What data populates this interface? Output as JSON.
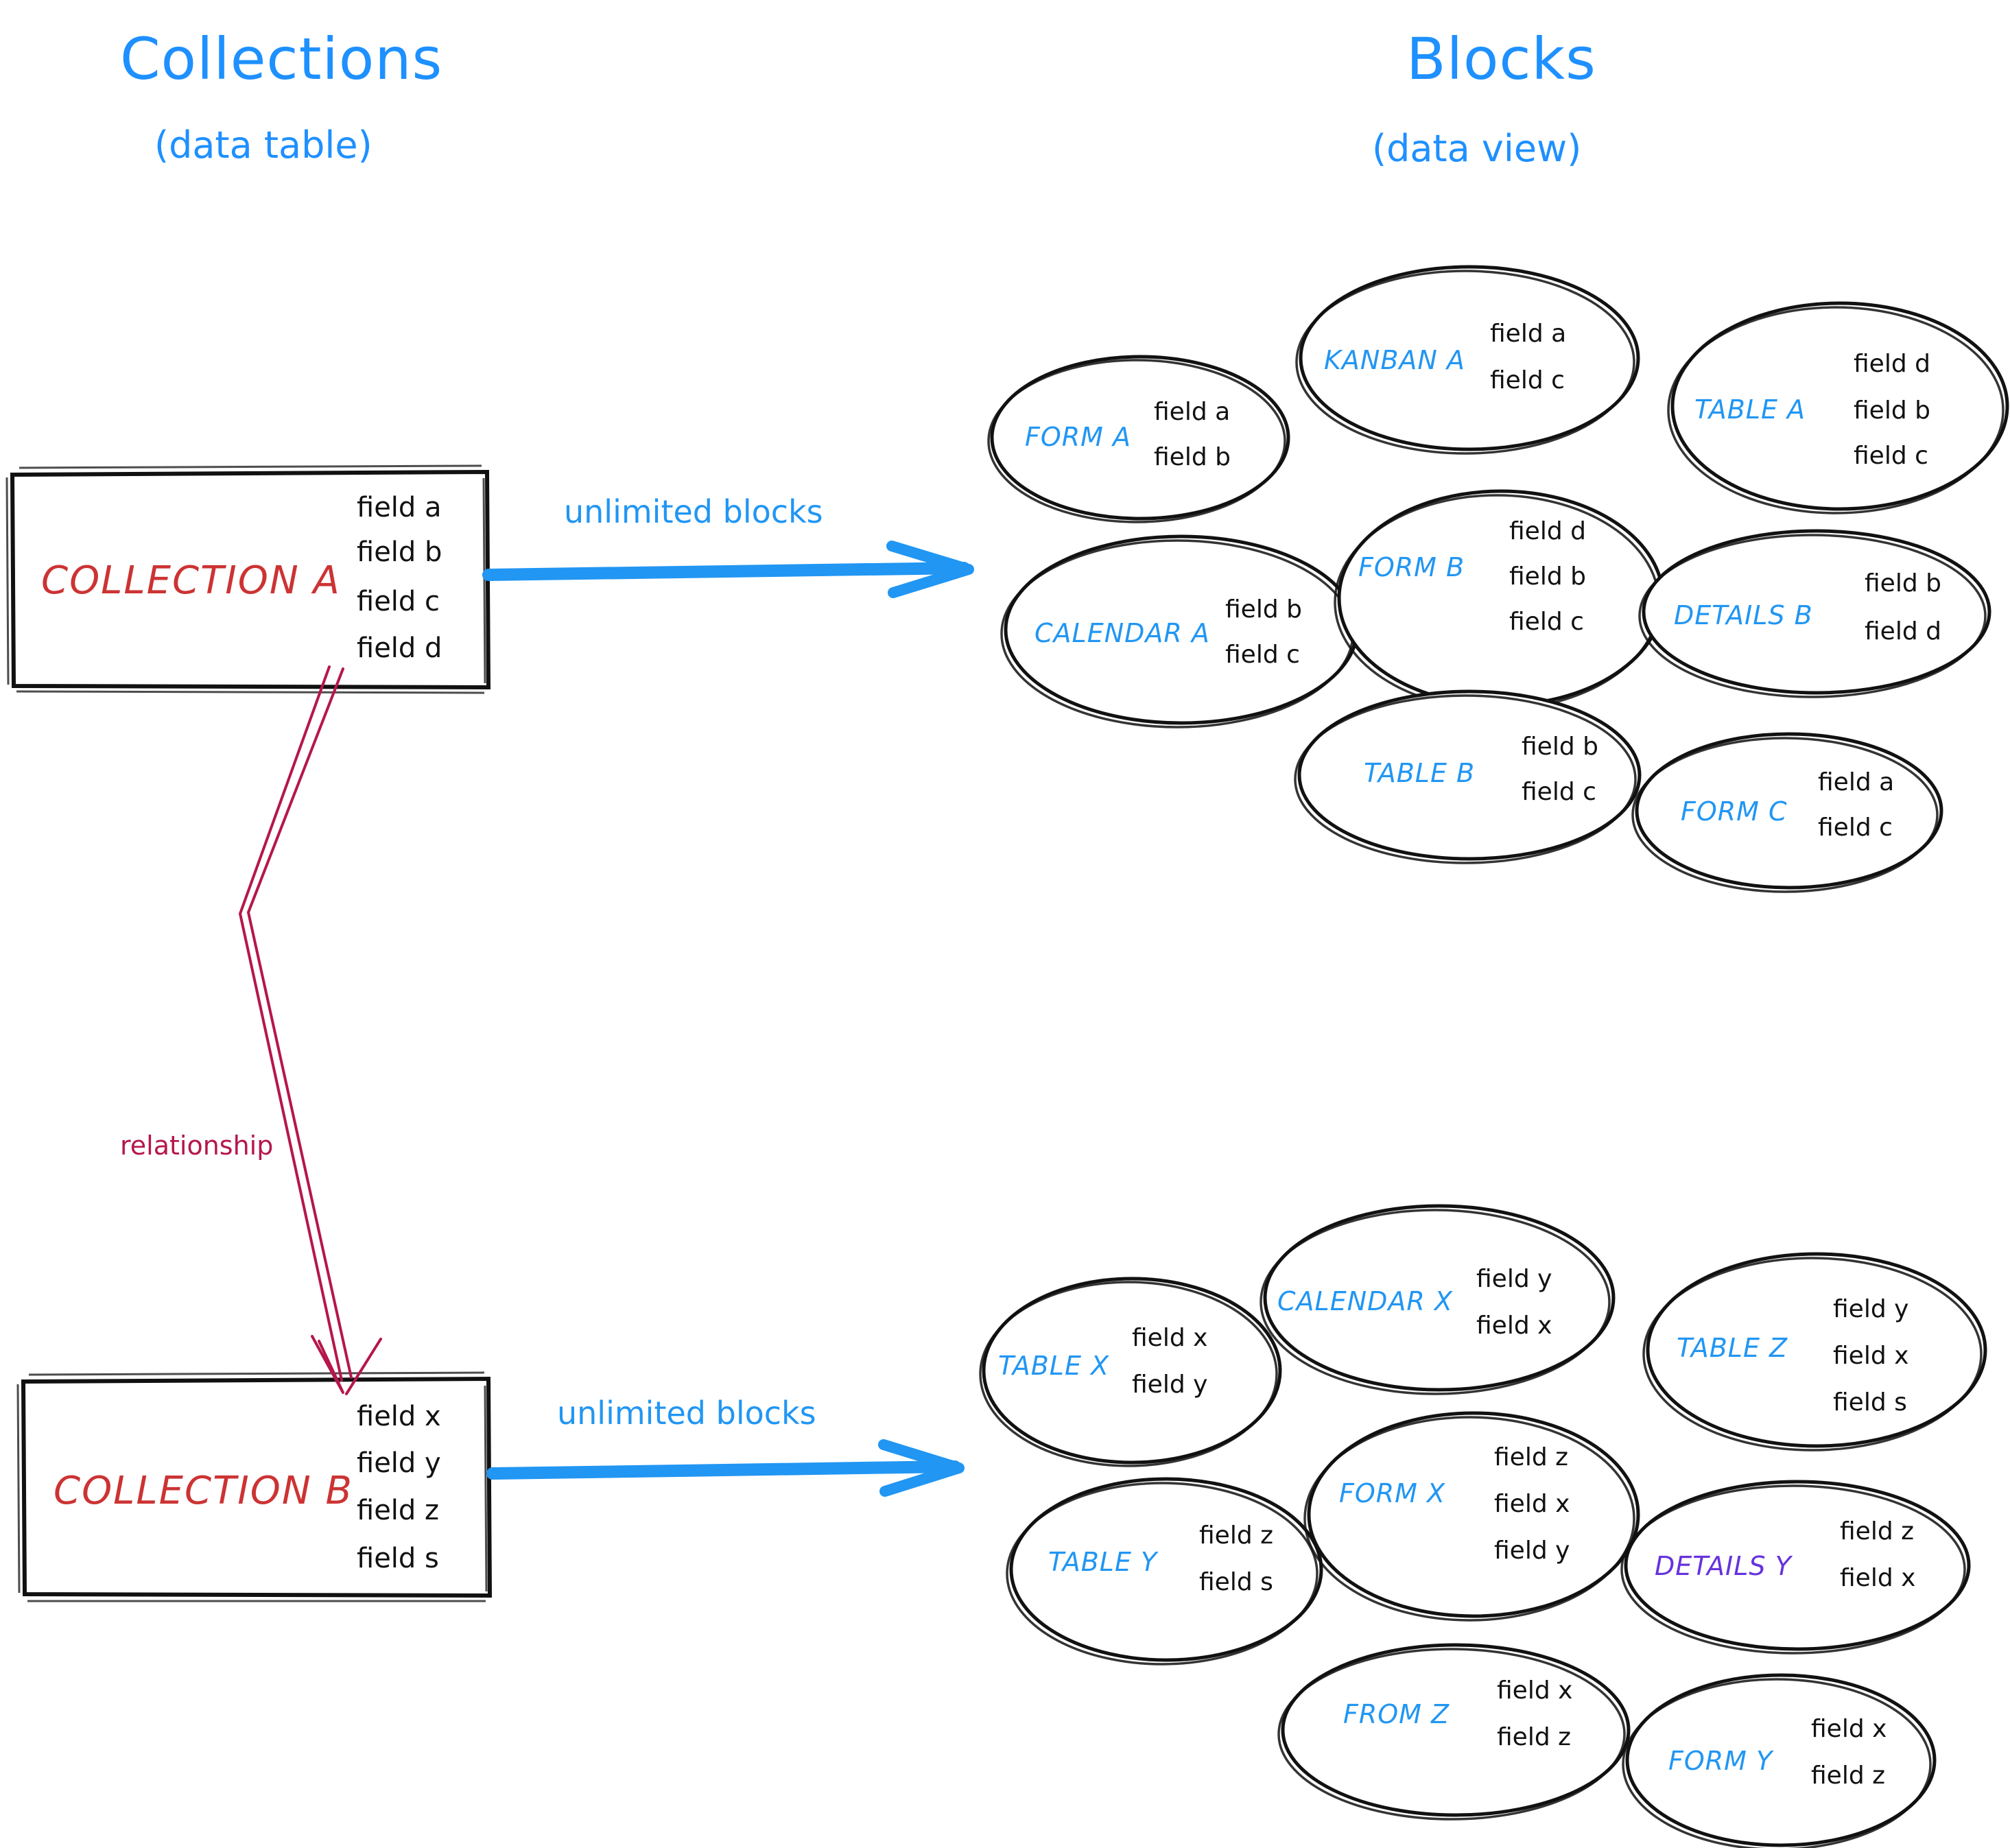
{
  "headings": {
    "left": {
      "title": "Collections",
      "subtitle": "(data table)"
    },
    "right": {
      "title": "Blocks",
      "subtitle": "(data view)"
    }
  },
  "colors": {
    "heading_blue": "#1e90ff",
    "block_label_blue": "#2196f3",
    "block_label_purple": "#6633dd",
    "collection_red": "#cc3333",
    "relationship_crimson": "#b5174a",
    "ink_black": "#111111",
    "background": "#ffffff"
  },
  "collections": [
    {
      "name": "COLLECTION A",
      "fields": [
        "field a",
        "field b",
        "field c",
        "field d"
      ]
    },
    {
      "name": "COLLECTION B",
      "fields": [
        "field x",
        "field y",
        "field z",
        "field s"
      ]
    }
  ],
  "arrows": [
    {
      "label": "unlimited blocks",
      "from": "COLLECTION A",
      "to": "blocks-cluster-a"
    },
    {
      "label": "unlimited blocks",
      "from": "COLLECTION B",
      "to": "blocks-cluster-b"
    }
  ],
  "relationship": {
    "label": "relationship",
    "from": "COLLECTION A",
    "to": "COLLECTION B"
  },
  "blocks_a": [
    {
      "name": "FORM A",
      "color": "blue",
      "fields": [
        "field a",
        "field b"
      ]
    },
    {
      "name": "KANBAN A",
      "color": "blue",
      "fields": [
        "field a",
        "field c"
      ]
    },
    {
      "name": "TABLE A",
      "color": "blue",
      "fields": [
        "field d",
        "field b",
        "field c"
      ]
    },
    {
      "name": "CALENDAR A",
      "color": "blue",
      "fields": [
        "field b",
        "field c"
      ]
    },
    {
      "name": "FORM B",
      "color": "blue",
      "fields": [
        "field d",
        "field b",
        "field c"
      ]
    },
    {
      "name": "DETAILS B",
      "color": "blue",
      "fields": [
        "field b",
        "field d"
      ]
    },
    {
      "name": "TABLE B",
      "color": "blue",
      "fields": [
        "field b",
        "field c"
      ]
    },
    {
      "name": "FORM C",
      "color": "blue",
      "fields": [
        "field a",
        "field c"
      ]
    }
  ],
  "blocks_b": [
    {
      "name": "TABLE X",
      "color": "blue",
      "fields": [
        "field x",
        "field y"
      ]
    },
    {
      "name": "CALENDAR X",
      "color": "blue",
      "fields": [
        "field y",
        "field x"
      ]
    },
    {
      "name": "TABLE Z",
      "color": "blue",
      "fields": [
        "field y",
        "field x",
        "field s"
      ]
    },
    {
      "name": "TABLE Y",
      "color": "blue",
      "fields": [
        "field z",
        "field s"
      ]
    },
    {
      "name": "FORM X",
      "color": "blue",
      "fields": [
        "field z",
        "field x",
        "field y"
      ]
    },
    {
      "name": "DETAILS Y",
      "color": "purple",
      "fields": [
        "field z",
        "field x"
      ]
    },
    {
      "name": "FROM Z",
      "color": "blue",
      "fields": [
        "field x",
        "field z"
      ]
    },
    {
      "name": "FORM Y",
      "color": "blue",
      "fields": [
        "field x",
        "field z"
      ]
    }
  ]
}
